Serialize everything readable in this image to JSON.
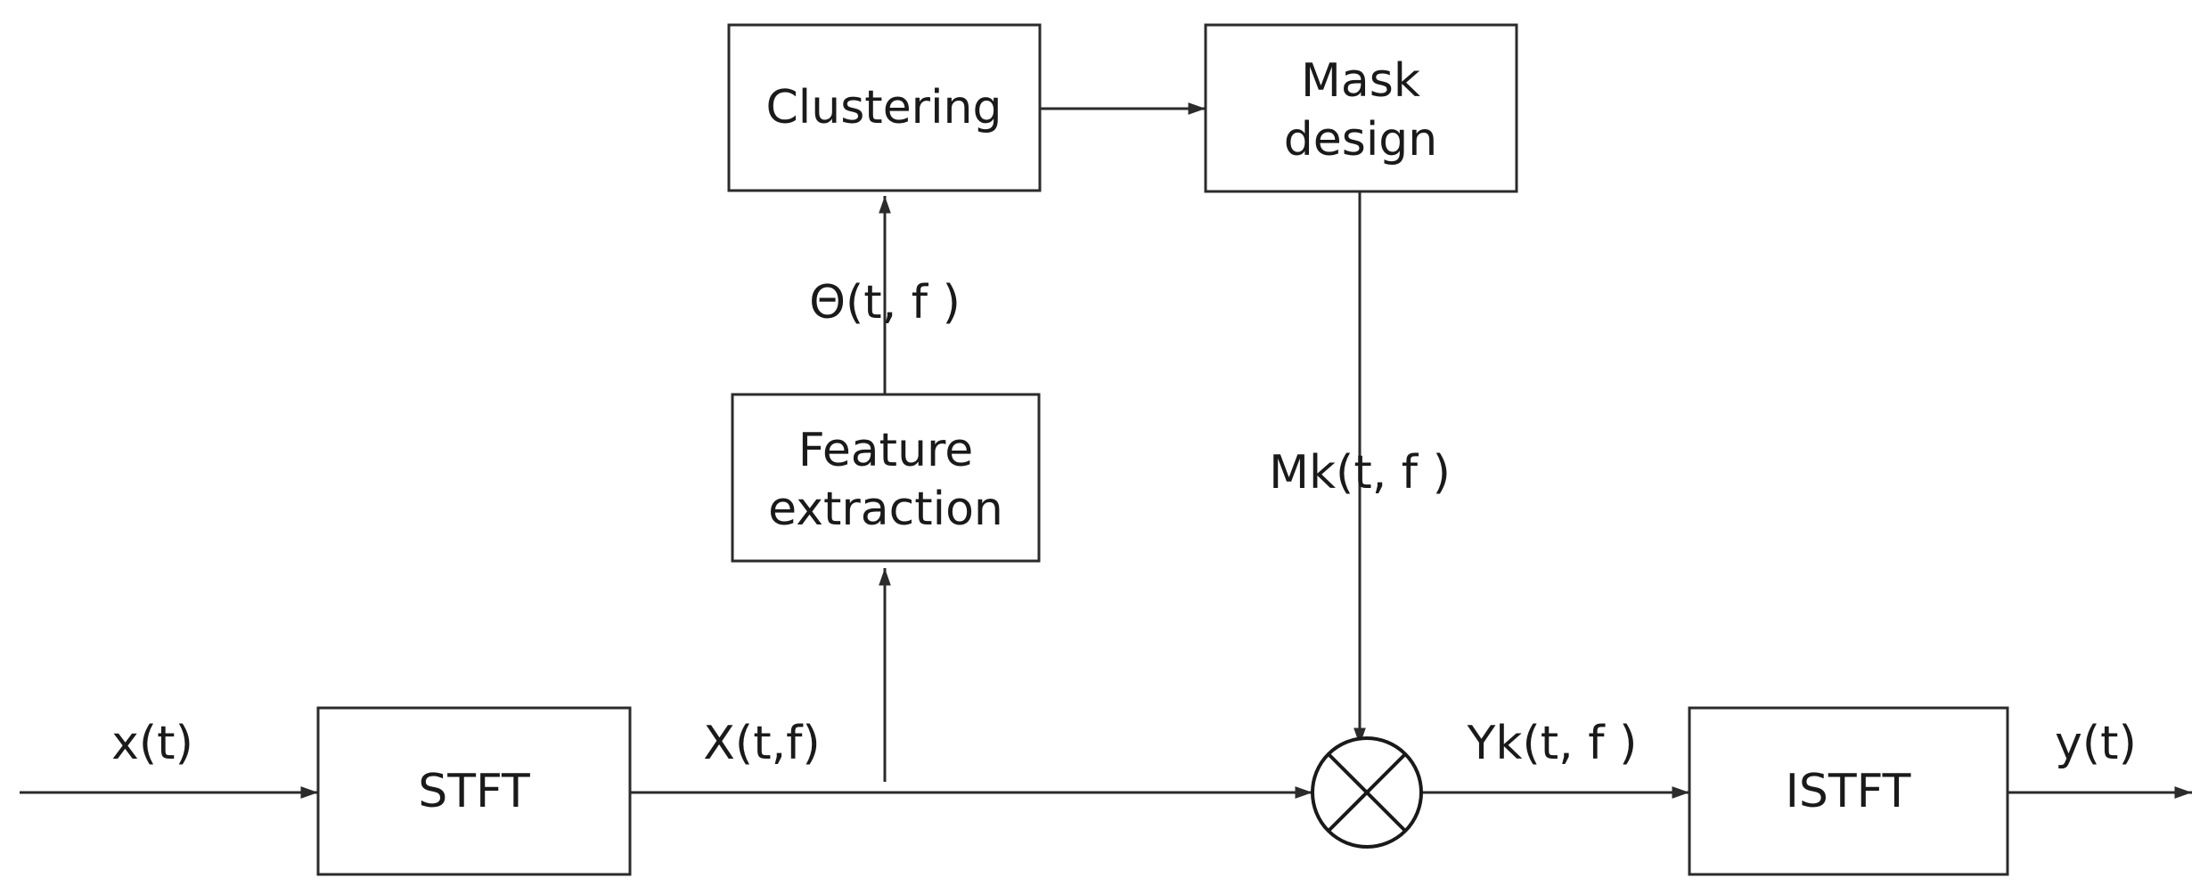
{
  "blocks": {
    "stft": "STFT",
    "feature_extraction": [
      "Feature",
      "extraction"
    ],
    "clustering": "Clustering",
    "mask_design": [
      "Mask",
      "design"
    ],
    "istft": "ISTFT"
  },
  "signals": {
    "input": "x(t)",
    "spectrum": "X(t,f)",
    "features": "Θ(t, f )",
    "mask": "Mk(t, f )",
    "masked_spectrum": "Yk(t, f )",
    "output": "y(t)"
  },
  "colors": {
    "line": "#2b2b2b",
    "text": "#1a1a1a",
    "background": "#ffffff"
  },
  "icons": {
    "multiplier": "circle-times-icon",
    "arrowhead": "arrowhead-icon"
  }
}
